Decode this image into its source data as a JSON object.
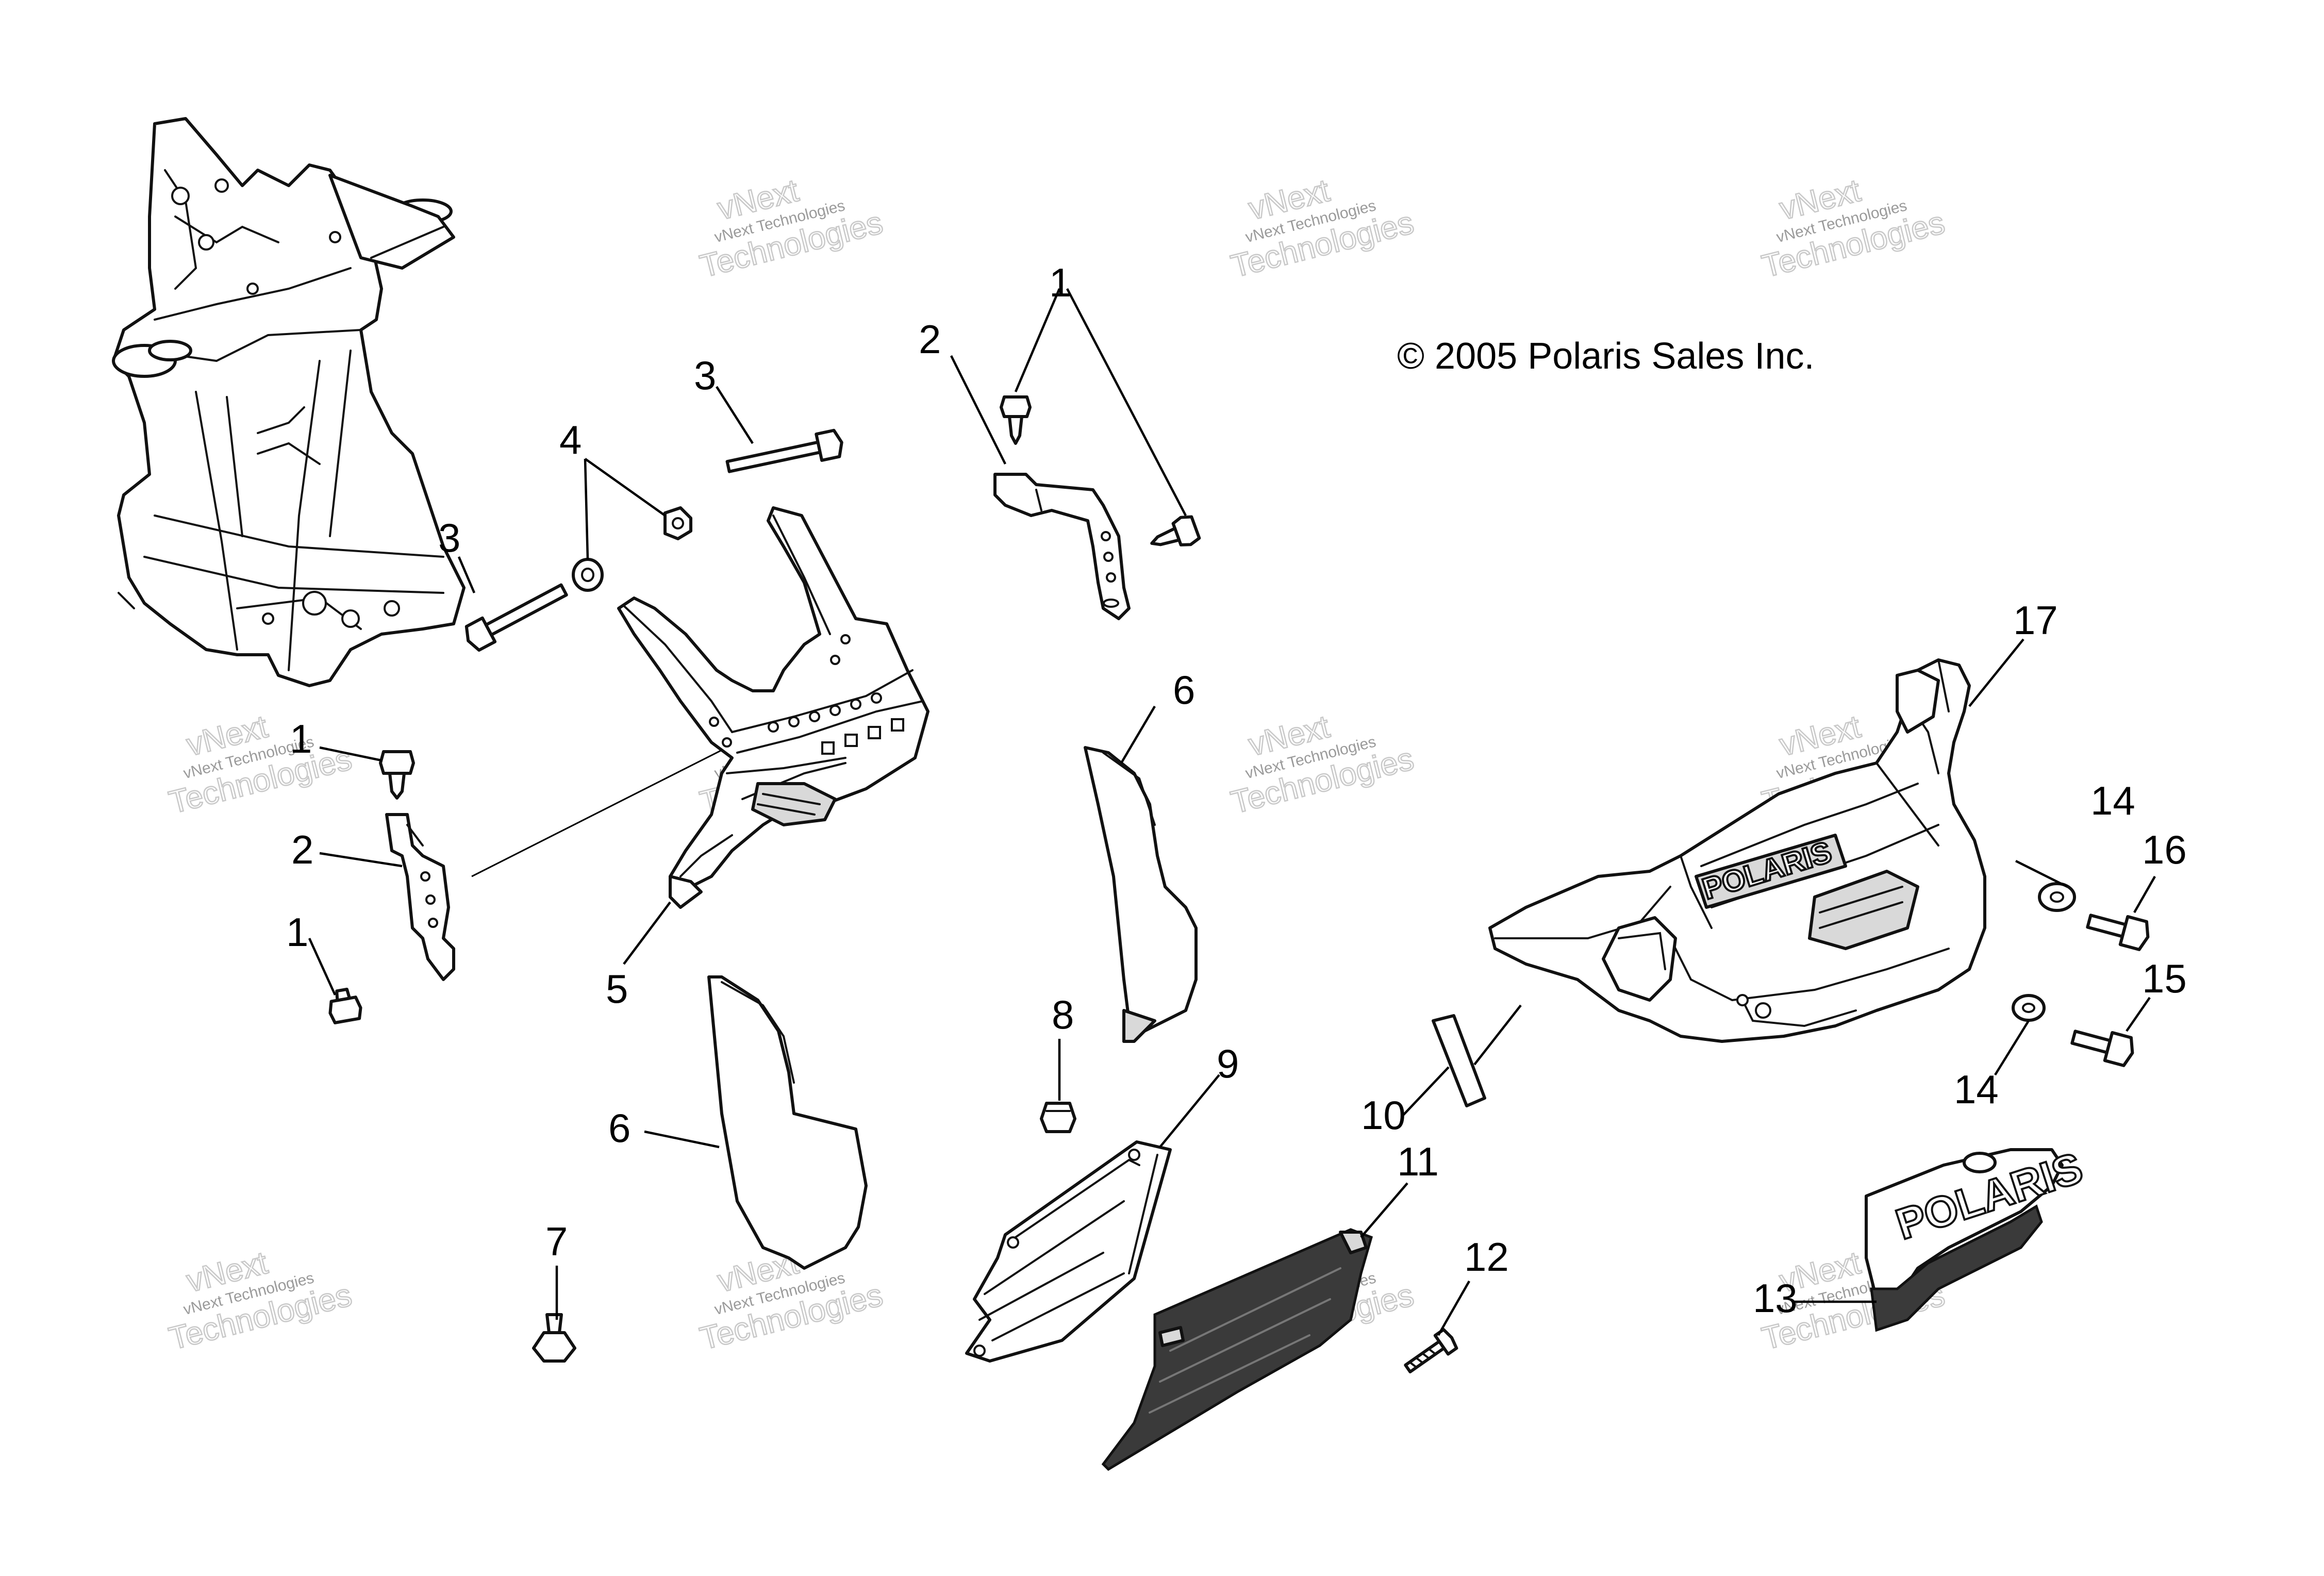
{
  "copyright": "© 2005 Polaris Sales Inc.",
  "brand_logo": "POLARIS",
  "watermark": {
    "line1": "vNext Technologies",
    "line2": "vNext",
    "line3": "Technologies"
  },
  "callouts": {
    "c1a": "1",
    "c1b": "1",
    "c1c": "1",
    "c2a": "2",
    "c2b": "2",
    "c3a": "3",
    "c3b": "3",
    "c4": "4",
    "c5": "5",
    "c6a": "6",
    "c6b": "6",
    "c7": "7",
    "c8": "8",
    "c9": "9",
    "c10": "10",
    "c11": "11",
    "c12": "12",
    "c13": "13",
    "c14a": "14",
    "c14b": "14",
    "c15": "15",
    "c16": "16",
    "c17": "17"
  }
}
